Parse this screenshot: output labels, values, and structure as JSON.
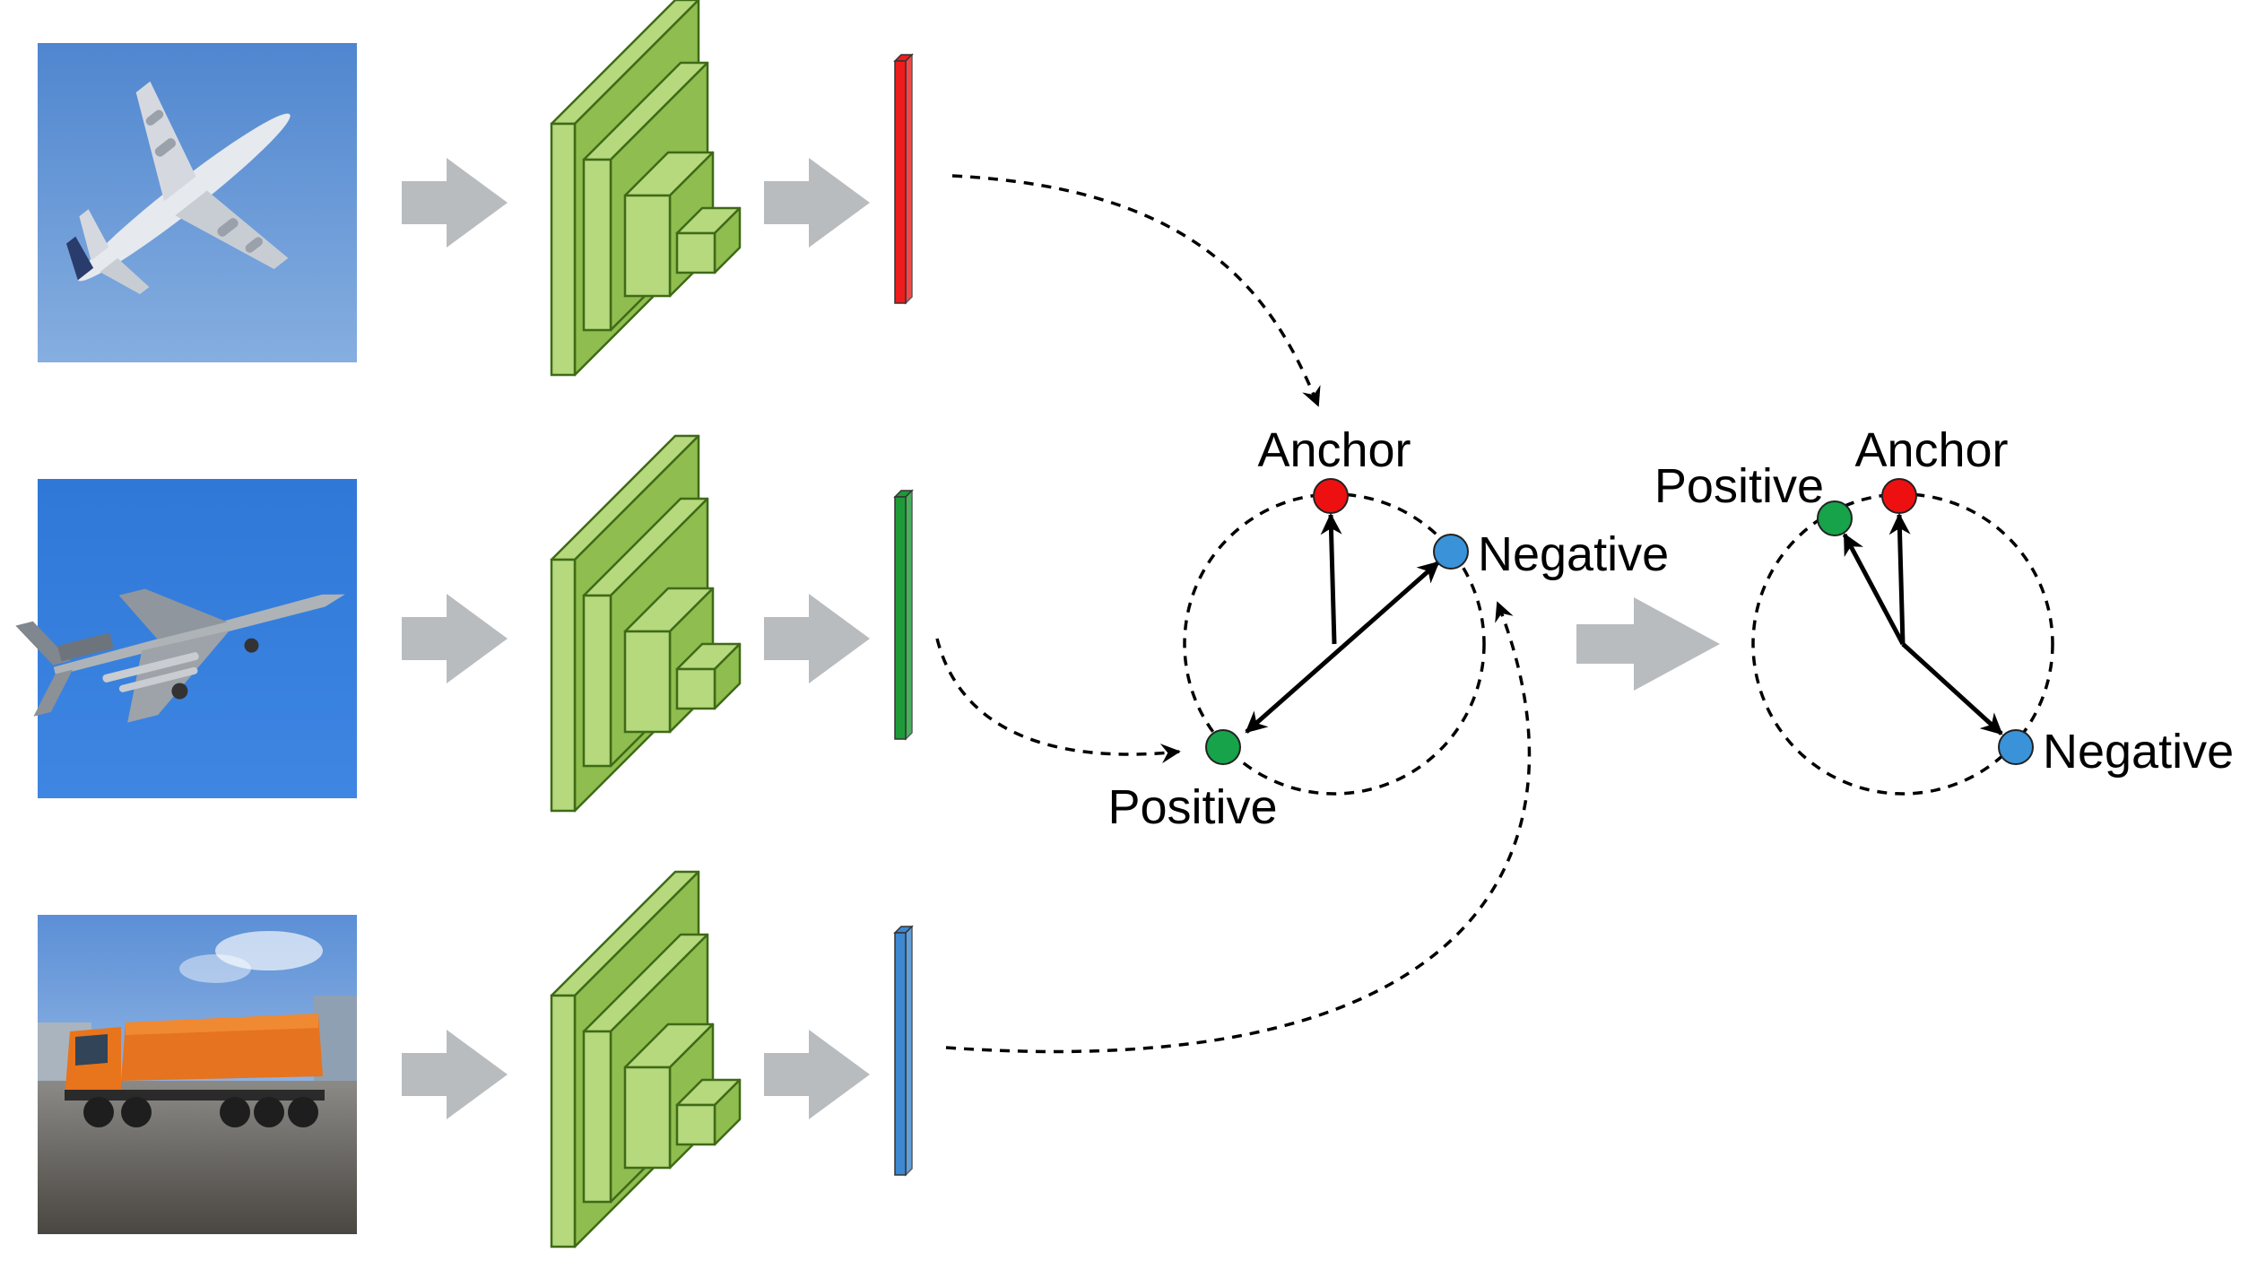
{
  "inputs": [
    {
      "icon": "passenger-airplane-photo",
      "feature_color": "#ee1c1c"
    },
    {
      "icon": "fighter-jet-photo",
      "feature_color": "#1e9b38"
    },
    {
      "icon": "dump-truck-photo",
      "feature_color": "#3d88d0"
    }
  ],
  "colors": {
    "cnn_face": "#b6d97e",
    "cnn_side": "#8fbd4f",
    "cnn_stroke": "#3f6a17",
    "flow_arrow": "#b9bcbf",
    "anchor": "#ee1010",
    "positive": "#16a34a",
    "negative": "#3a93d8"
  },
  "before": {
    "anchor_label": "Anchor",
    "positive_label": "Positive",
    "negative_label": "Negative"
  },
  "after": {
    "anchor_label": "Anchor",
    "positive_label": "Positive",
    "negative_label": "Negative"
  }
}
